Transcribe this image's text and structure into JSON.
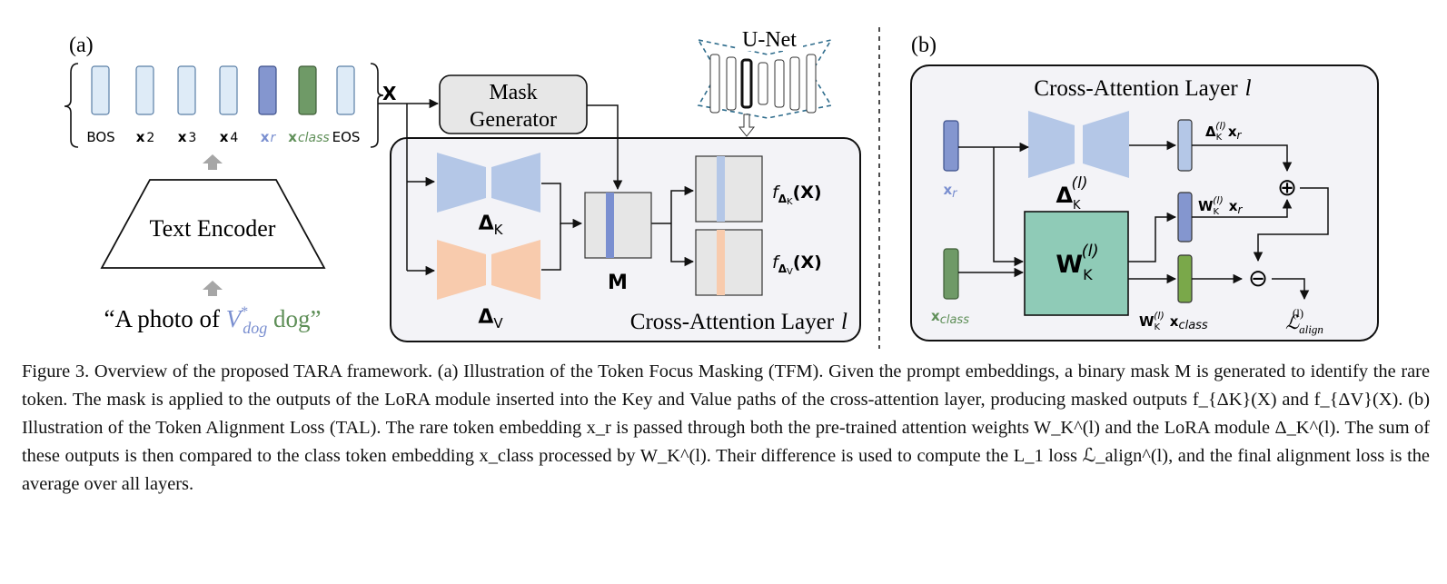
{
  "figure": {
    "panel_a_label": "(a)",
    "panel_b_label": "(b)",
    "tokens": [
      "BOS",
      "x",
      "x",
      "x",
      "x",
      "x",
      "EOS"
    ],
    "token_subscripts": [
      "",
      "2",
      "3",
      "4",
      "r",
      "class",
      ""
    ],
    "x_label": "X",
    "text_encoder": "Text Encoder",
    "prompt_open": "“A photo of ",
    "prompt_v": "V",
    "prompt_v_sup": "*",
    "prompt_v_sub": "dog",
    "prompt_close": " dog”",
    "mask_generator_line1": "Mask",
    "mask_generator_line2": "Generator",
    "unet_label": "U-Net",
    "delta": "Δ",
    "k_sub": "K",
    "v_sub": "V",
    "mask_label": "M",
    "f_label": "f",
    "fx_arg": "(X)",
    "cross_attention_a": "Cross-Attention Layer",
    "layer_symbol": "l",
    "cross_attention_b": "Cross-Attention Layer",
    "w_label": "W",
    "layer_sup": "(l)",
    "xr_label": "x",
    "xr_sub": "r",
    "xclass_label": "x",
    "xclass_sub": "class",
    "plus_symbol": "⊕",
    "minus_symbol": "⊖",
    "loss_symbol": "ℒ",
    "loss_sub": "align"
  },
  "caption": {
    "text": "Figure 3. Overview of the proposed TARA framework. (a) Illustration of the Token Focus Masking (TFM). Given the prompt embeddings, a binary mask M is generated to identify the rare token. The mask is applied to the outputs of the LoRA module inserted into the Key and Value paths of the cross-attention layer, producing masked outputs f_{ΔK}(X) and f_{ΔV}(X). (b) Illustration of the Token Alignment Loss (TAL). The rare token embedding x_r is passed through both the pre-trained attention weights W_K^(l) and the LoRA module Δ_K^(l). The sum of these outputs is then compared to the class token embedding x_class processed by W_K^(l). Their difference is used to compute the L_1 loss ℒ_align^(l), and the final alignment loss is the average over all layers."
  },
  "colors": {
    "token_fill": "#deebf7",
    "xr_fill": "#8496cf",
    "xclass_fill": "#6f9a67",
    "delta_k_fill": "#b4c7e7",
    "delta_v_fill": "#f8cbad",
    "w_fill": "#8fcbb7",
    "green_bar": "#7aa84a",
    "panel_bg": "#f3f3f7",
    "mask_bg": "#e6e6e6",
    "unet_border": "#2e6c8c"
  }
}
